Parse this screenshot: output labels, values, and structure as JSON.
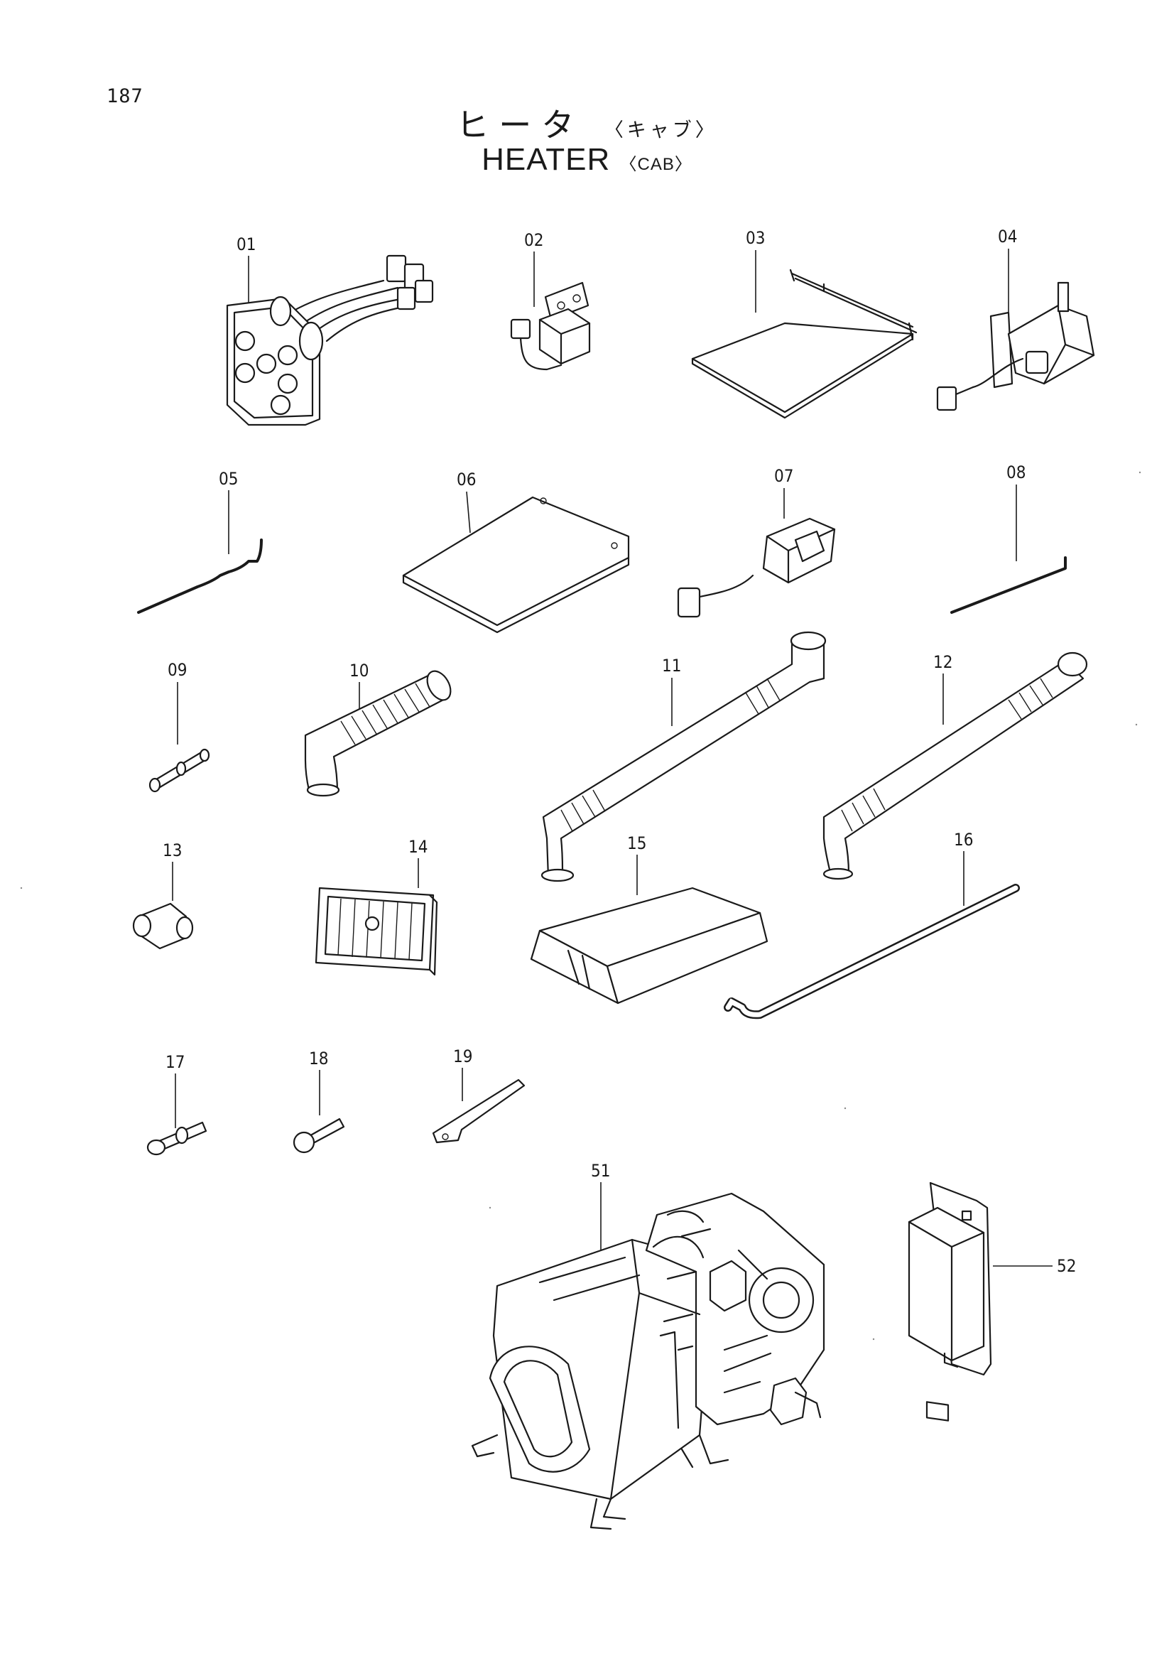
{
  "page_number": "187",
  "title_jp": "ヒータ",
  "title_jp_sub": "〈キャブ〉",
  "title_en": "HEATER",
  "title_en_sub": "〈CAB〉",
  "callouts": [
    "01",
    "02",
    "03",
    "04",
    "05",
    "06",
    "07",
    "08",
    "09",
    "10",
    "11",
    "12",
    "13",
    "14",
    "15",
    "16",
    "17",
    "18",
    "19",
    "51",
    "52"
  ]
}
